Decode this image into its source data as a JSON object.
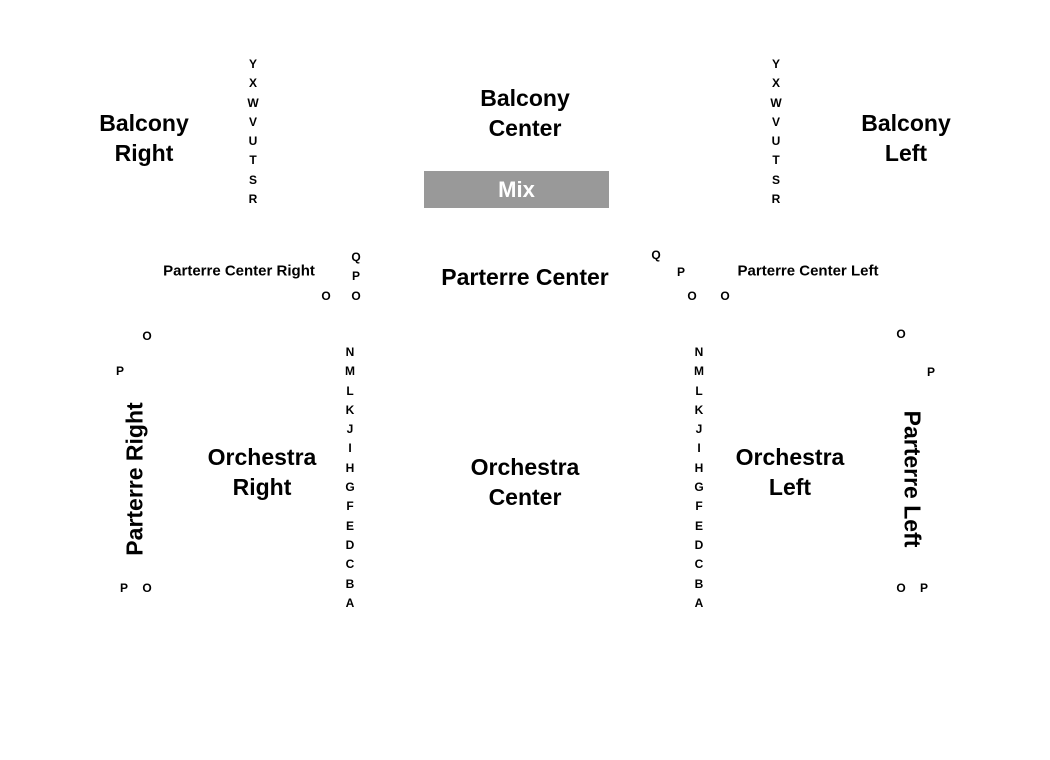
{
  "sections": {
    "balcony_right": [
      "Balcony",
      "Right"
    ],
    "balcony_center": [
      "Balcony",
      "Center"
    ],
    "balcony_left": [
      "Balcony",
      "Left"
    ],
    "mix": "Mix",
    "parterre_center": "Parterre Center",
    "parterre_center_right": "Parterre Center Right",
    "parterre_center_left": "Parterre Center Left",
    "orchestra_right": [
      "Orchestra",
      "Right"
    ],
    "orchestra_center": [
      "Orchestra",
      "Center"
    ],
    "orchestra_left": [
      "Orchestra",
      "Left"
    ],
    "parterre_right": "Parterre Right",
    "parterre_left": "Parterre Left"
  },
  "rows": {
    "balcony": [
      "Y",
      "X",
      "W",
      "V",
      "U",
      "T",
      "S",
      "R"
    ],
    "orchestra": [
      "N",
      "M",
      "L",
      "K",
      "J",
      "I",
      "H",
      "G",
      "F",
      "E",
      "D",
      "C",
      "B",
      "A"
    ],
    "center_right_stack": [
      "Q",
      "P",
      "O"
    ],
    "center_right_o": "O",
    "center_left_q": "Q",
    "center_left_p": "P",
    "center_left_o1": "O",
    "center_left_o2": "O",
    "right_o_top": "O",
    "right_p_top": "P",
    "right_p_bottom": "P",
    "right_o_bottom": "O",
    "left_o_top": "O",
    "left_p_top": "P",
    "left_o_bottom": "O",
    "left_p_bottom": "P"
  }
}
